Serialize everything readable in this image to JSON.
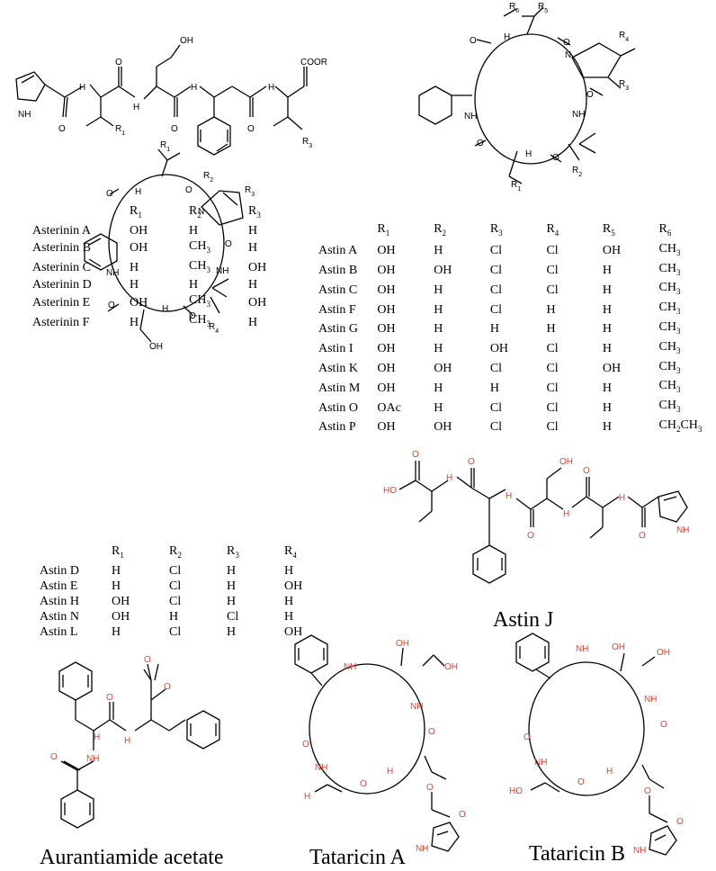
{
  "atoms": {
    "nh": "NH",
    "n": "N",
    "h": "H",
    "o": "O",
    "oh": "OH",
    "ho": "HO",
    "cooor2": "COOR",
    "r1": "R1",
    "r2": "R2",
    "r3": "R3",
    "r4": "R4",
    "r5": "R5",
    "r6": "R6",
    "r3b": "R3"
  },
  "asterinin_table": {
    "headers": [
      "",
      "R1",
      "R2",
      "R3"
    ],
    "rows": [
      [
        "Asterinin A",
        "OH",
        "H",
        "H"
      ],
      [
        "Asterinin B",
        "OH",
        "CH3",
        "H"
      ],
      [
        "Asterinin C",
        "H",
        "CH3",
        "OH"
      ],
      [
        "Asterinin D",
        "H",
        "H",
        "H"
      ],
      [
        "Asterinin E",
        "OH",
        "CH3",
        "OH"
      ],
      [
        "Asterinin F",
        "H",
        "CH3",
        "H"
      ]
    ]
  },
  "astin_table_1": {
    "headers": [
      "",
      "R1",
      "R2",
      "R3",
      "R4",
      "R5",
      "R6"
    ],
    "rows": [
      [
        "Astin A",
        "OH",
        "H",
        "Cl",
        "Cl",
        "OH",
        "CH3"
      ],
      [
        "Astin B",
        "OH",
        "OH",
        "Cl",
        "Cl",
        "H",
        "CH3"
      ],
      [
        "Astin C",
        "OH",
        "H",
        "Cl",
        "Cl",
        "H",
        "CH3"
      ],
      [
        "Astin F",
        "OH",
        "H",
        "Cl",
        "H",
        "H",
        "CH3"
      ],
      [
        "Astin G",
        "OH",
        "H",
        "H",
        "H",
        "H",
        "CH3"
      ],
      [
        "Astin I",
        "OH",
        "H",
        "OH",
        "Cl",
        "H",
        "CH3"
      ],
      [
        "Astin K",
        "OH",
        "OH",
        "Cl",
        "Cl",
        "OH",
        "CH3"
      ],
      [
        "Astin M",
        "OH",
        "H",
        "H",
        "Cl",
        "H",
        "CH3"
      ],
      [
        "Astin O",
        "OAc",
        "H",
        "Cl",
        "Cl",
        "H",
        "CH3"
      ],
      [
        "Astin P",
        "OH",
        "OH",
        "Cl",
        "Cl",
        "H",
        "CH2CH3"
      ]
    ]
  },
  "astin_table_2": {
    "headers": [
      "",
      "R1",
      "R2",
      "R3",
      "R4"
    ],
    "rows": [
      [
        "Astin D",
        "H",
        "Cl",
        "H",
        "H"
      ],
      [
        "Astin E",
        "H",
        "Cl",
        "H",
        "OH"
      ],
      [
        "Astin H",
        "OH",
        "Cl",
        "H",
        "H"
      ],
      [
        "Astin N",
        "OH",
        "H",
        "Cl",
        "H"
      ],
      [
        "Astin L",
        "H",
        "Cl",
        "H",
        "OH"
      ]
    ]
  },
  "captions": {
    "astin_j": "Astin J",
    "aurantiamide": "Aurantiamide acetate",
    "tataricin_a": "Tataricin A",
    "tataricin_b": "Tataricin B"
  },
  "colors": {
    "heteroatom_red": "#e8402a",
    "bond": "#000000"
  }
}
